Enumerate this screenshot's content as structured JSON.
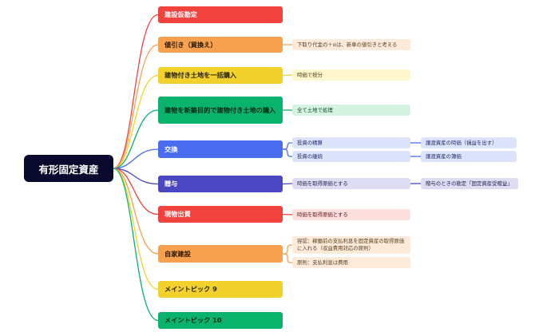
{
  "root": {
    "label": "有形固定資産"
  },
  "branches": [
    {
      "id": "b1",
      "label": "建設仮勘定",
      "bg": "#f2423d",
      "fg": "#ffffff"
    },
    {
      "id": "b2",
      "label": "値引き（買換え）",
      "bg": "#f7a04f",
      "fg": "#2a1a00"
    },
    {
      "id": "b3",
      "label": "建物付き土地を一括購入",
      "bg": "#f3d12c",
      "fg": "#2a2300"
    },
    {
      "id": "b4",
      "label": "建物を新築目的で建物付き土地の購入",
      "bg": "#0ab36c",
      "fg": "#002a12"
    },
    {
      "id": "b5",
      "label": "交換",
      "bg": "#4a6cf0",
      "fg": "#ffffff"
    },
    {
      "id": "b6",
      "label": "贈与",
      "bg": "#4b47c3",
      "fg": "#ffffff"
    },
    {
      "id": "b7",
      "label": "現物出資",
      "bg": "#f2423d",
      "fg": "#ffffff"
    },
    {
      "id": "b8",
      "label": "自家建設",
      "bg": "#f7a04f",
      "fg": "#2a1a00"
    },
    {
      "id": "b9",
      "label": "メイントピック 9",
      "bg": "#f3d12c",
      "fg": "#2a2300"
    },
    {
      "id": "b10",
      "label": "メイントピック 10",
      "bg": "#0ab36c",
      "fg": "#002a12"
    }
  ],
  "leaves": [
    {
      "id": "l1",
      "parent": "b2",
      "label": "下取り代金の＋αは、新車の値引きと考える",
      "bg": "#fdeadb",
      "fg": "#5a3a1a",
      "line": "#f7a04f"
    },
    {
      "id": "l2",
      "parent": "b3",
      "label": "時価で按分",
      "bg": "#fdf6cf",
      "fg": "#4a4010",
      "line": "#f3d12c"
    },
    {
      "id": "l3",
      "parent": "b4",
      "label": "全て土地で処理",
      "bg": "#d5f2e2",
      "fg": "#0f4a2a",
      "line": "#0ab36c"
    },
    {
      "id": "l4",
      "parent": "b5",
      "label": "投資の精算",
      "bg": "#dde3fb",
      "fg": "#1e2e6a",
      "line": "#4a6cf0"
    },
    {
      "id": "l5",
      "parent": "b5",
      "label": "投資の継続",
      "bg": "#dde3fb",
      "fg": "#1e2e6a",
      "line": "#4a6cf0"
    },
    {
      "id": "l6",
      "parent": "l4",
      "label": "譲渡資産の時価（損益を出す）",
      "bg": "#dde3fb",
      "fg": "#1e2e6a",
      "line": "#4a6cf0"
    },
    {
      "id": "l7",
      "parent": "l5",
      "label": "譲渡資産の簿価",
      "bg": "#dde3fb",
      "fg": "#1e2e6a",
      "line": "#4a6cf0"
    },
    {
      "id": "l8",
      "parent": "b6",
      "label": "時価を取得原価とする",
      "bg": "#dedcf3",
      "fg": "#26244f",
      "line": "#4b47c3"
    },
    {
      "id": "l9",
      "parent": "l8",
      "label": "贈与のときの勘定「固定資産受贈益」",
      "bg": "#dedcf3",
      "fg": "#26244f",
      "line": "#4b47c3"
    },
    {
      "id": "l10",
      "parent": "b7",
      "label": "時価を取得原価とする",
      "bg": "#fde0de",
      "fg": "#5a1a18",
      "line": "#f2423d"
    },
    {
      "id": "l11",
      "parent": "b8",
      "label": "容認：稼働前の支払利息を固定資産の取得原価に入れる（収益費用対応の原則）",
      "bg": "#fdeadb",
      "fg": "#5a3a1a",
      "line": "#f7a04f"
    },
    {
      "id": "l12",
      "parent": "b8",
      "label": "原則：支払利息は費用",
      "bg": "#fdeadb",
      "fg": "#5a3a1a",
      "line": "#f7a04f"
    }
  ]
}
